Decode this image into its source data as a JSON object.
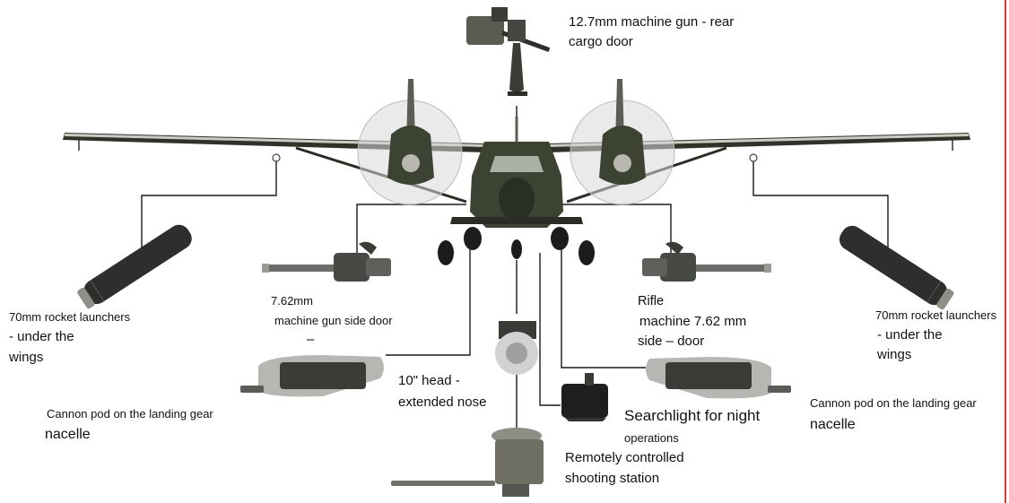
{
  "colors": {
    "airframe": "#3d4332",
    "airframe_dark": "#2a2f24",
    "wing": "#2f3229",
    "wing_light": "#c9ccc4",
    "leader_line": "#1a1a1a",
    "page_edge": "#d23a3a"
  },
  "labels": {
    "mg_rear_1": "12.7mm machine gun - rear",
    "mg_rear_2": "cargo door",
    "rocket_left_1": "70mm rocket launchers",
    "rocket_left_2": "- under the",
    "rocket_left_3": "wings",
    "mg_side_left_1": "7.62mm",
    "mg_side_left_2": "machine gun side door",
    "mg_side_left_3": "–",
    "cannon_left_1": "Cannon pod on the landing gear",
    "cannon_left_2": "nacelle",
    "head_1": "10\" head -",
    "head_2": "extended nose",
    "rifle_1": "Rifle",
    "rifle_2": "machine 7.62 mm",
    "rifle_3": "side  – door",
    "rocket_right_1": "70mm rocket launchers",
    "rocket_right_2": "- under the",
    "rocket_right_3": "wings",
    "search_1": "Searchlight for night",
    "search_2": "operations",
    "cannon_right_1": "Cannon pod on the landing gear",
    "cannon_right_2": "nacelle",
    "remote_1": "Remotely controlled",
    "remote_2": "shooting station"
  }
}
